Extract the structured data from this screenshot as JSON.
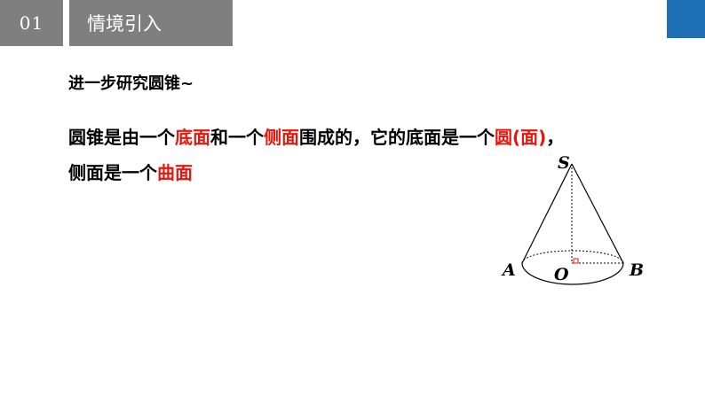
{
  "header": {
    "number": "01",
    "title": "情境引入"
  },
  "content": {
    "line1": "进一步研究圆锥~",
    "line2": [
      {
        "text": "圆锥是由一个",
        "highlight": false
      },
      {
        "text": "底面",
        "highlight": true
      },
      {
        "text": "和一个",
        "highlight": false
      },
      {
        "text": "侧面",
        "highlight": true
      },
      {
        "text": "围成的，它的底面是一个",
        "highlight": false
      },
      {
        "text": "圆(面)",
        "highlight": true
      },
      {
        "text": "，",
        "highlight": false
      }
    ],
    "line3": [
      {
        "text": "侧面是一个",
        "highlight": false
      },
      {
        "text": "曲面",
        "highlight": true
      }
    ]
  },
  "diagram": {
    "labels": {
      "apex": "S",
      "left": "A",
      "center": "O",
      "right": "B"
    }
  },
  "colors": {
    "header_bg": "#7f7f7f",
    "accent_blue": "#1f6fb5",
    "highlight_red": "#e8150d"
  }
}
